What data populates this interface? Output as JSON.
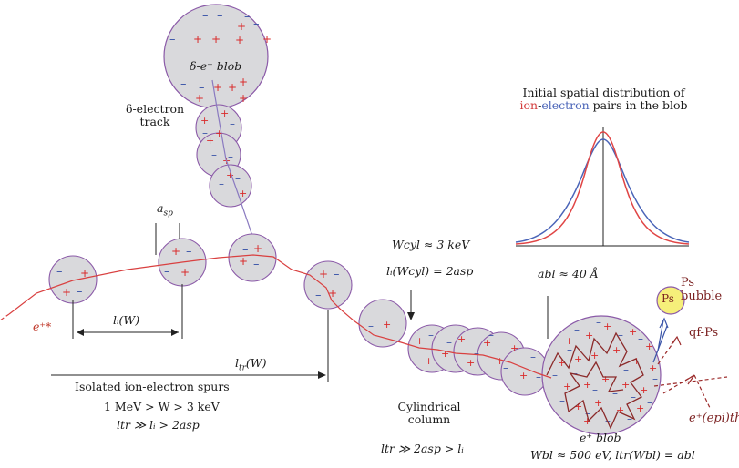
{
  "labels": {
    "delta_blob": "δ-e⁻ blob",
    "delta_track": "δ-electron\ntrack",
    "a_sp": "a",
    "a_sp_sub": "sp",
    "e_plus_star": "e⁺*",
    "li_W": "lᵢ(W)",
    "ltr_W": "l",
    "ltr_W_sub": "tr",
    "ltr_W_rest": "(W)",
    "isolated": "Isolated ion-electron spurs",
    "energy_range": "1 MeV > W > 3 keV",
    "ltr_relation": "ltr ≫ lᵢ > 2asp",
    "wcyl": "Wcyl ≈ 3 keV",
    "li_wcyl": "lᵢ(Wcyl) = 2asp",
    "cyl_column": "Cylindrical\ncolumn",
    "cyl_relation": "ltr ≫ 2asp > lᵢ",
    "abl": "abl ≈ 40 Å",
    "e_blob": "e⁺ blob",
    "wbl": "Wbl ≈ 500 eV, ltr(Wbl) = abl",
    "ps_bubble": "Ps bubble",
    "ps": "Ps",
    "qf_ps": "qf-Ps",
    "e_epi": "e⁺(epi)th"
  },
  "dist_title": {
    "line1": "Initial spatial distribution of",
    "ion": "ion",
    "dash": "-",
    "electron": "electron",
    "rest": " pairs in the blob"
  },
  "colors": {
    "track": "#d94040",
    "blob_fill": "#d9d9dc",
    "blob_stroke": "#8b5aa8",
    "plus": "#d92b2b",
    "minus": "#3a54a8",
    "ps_fill": "#f6ef7a",
    "ion_curve": "#e04545",
    "electron_curve": "#4a64b8"
  }
}
